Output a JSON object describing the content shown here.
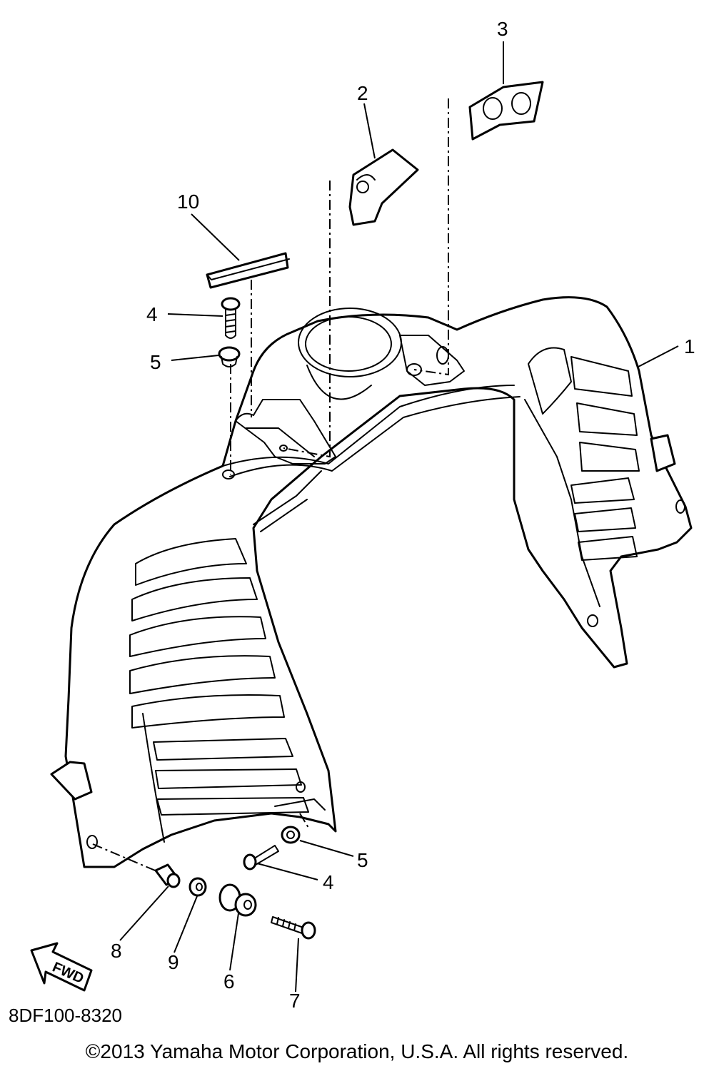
{
  "callouts": {
    "c1": "1",
    "c2": "2",
    "c3": "3",
    "c4a": "4",
    "c4b": "4",
    "c5a": "5",
    "c5b": "5",
    "c6": "6",
    "c7": "7",
    "c8": "8",
    "c9": "9",
    "c10": "10"
  },
  "fwd_label": "FWD",
  "diagram_code": "8DF100-8320",
  "copyright": "©2013 Yamaha Motor Corporation, U.S.A. All rights reserved."
}
